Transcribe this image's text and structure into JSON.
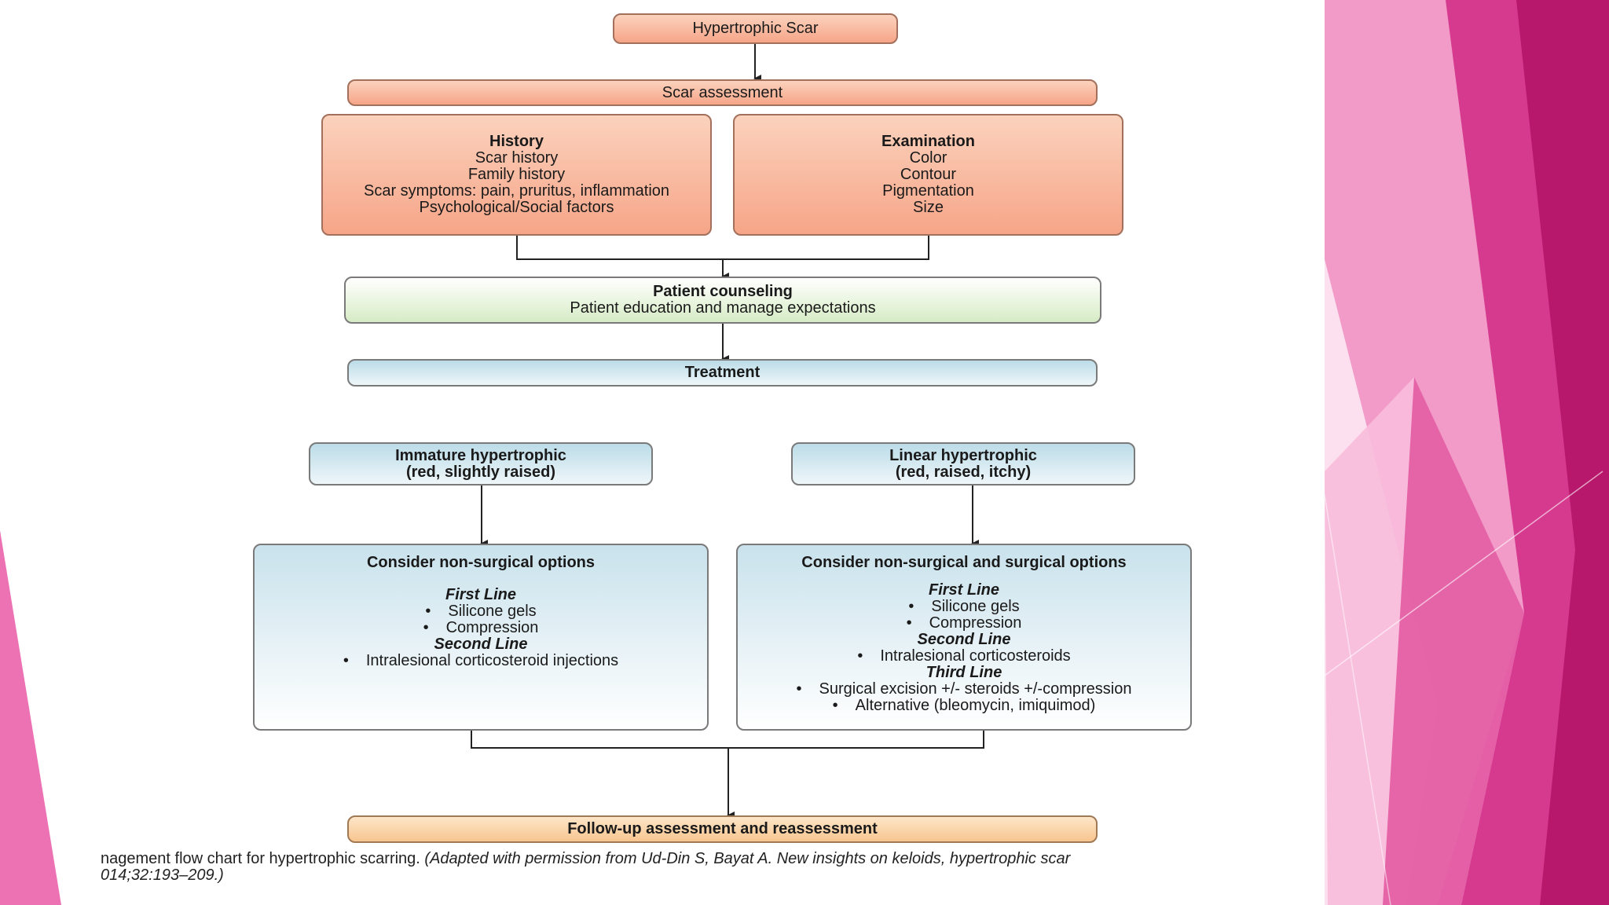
{
  "flowchart": {
    "hypertrophic_scar": "Hypertrophic Scar",
    "scar_assessment": "Scar assessment",
    "history": {
      "title": "History",
      "items": [
        "Scar history",
        "Family history",
        "Scar symptoms: pain, pruritus, inflammation",
        "Psychological/Social factors"
      ]
    },
    "examination": {
      "title": "Examination",
      "items": [
        "Color",
        "Contour",
        "Pigmentation",
        "Size"
      ]
    },
    "counseling": {
      "title": "Patient counseling",
      "subtitle": "Patient education and manage expectations"
    },
    "treatment": "Treatment",
    "immature": {
      "line1": "Immature hypertrophic",
      "line2": "(red, slightly raised)"
    },
    "linear": {
      "line1": "Linear hypertrophic",
      "line2": "(red, raised, itchy)"
    },
    "nonsurgical": {
      "title": "Consider non-surgical options",
      "first_line": "First Line",
      "first_items": [
        "Silicone gels",
        "Compression"
      ],
      "second_line": "Second Line",
      "second_items": [
        "Intralesional corticosteroid injections"
      ]
    },
    "surgical": {
      "title": "Consider non-surgical and surgical options",
      "first_line": "First Line",
      "first_items": [
        "Silicone gels",
        "Compression"
      ],
      "second_line": "Second Line",
      "second_items": [
        "Intralesional corticosteroids"
      ],
      "third_line": "Third Line",
      "third_items": [
        "Surgical excision +/- steroids +/-compression",
        "Alternative (bleomycin, imiquimod)"
      ]
    },
    "followup": "Follow-up assessment and reassessment"
  },
  "caption": {
    "line1_plain": "nagement flow chart for hypertrophic scarring. ",
    "line1_italic": "(Adapted with permission from Ud-Din S, Bayat A. New insights on keloids, hypertrophic scar",
    "line2_italic": "014;32:193–209.)"
  },
  "colors": {
    "pink_light": "#f29ac8",
    "pink_mid": "#e2559f",
    "magenta_dark": "#b8186c",
    "peach": "#f6a588",
    "light_blue": "#c9e2ec",
    "light_green": "#d6ebc6",
    "light_orange": "#f8c58f"
  }
}
